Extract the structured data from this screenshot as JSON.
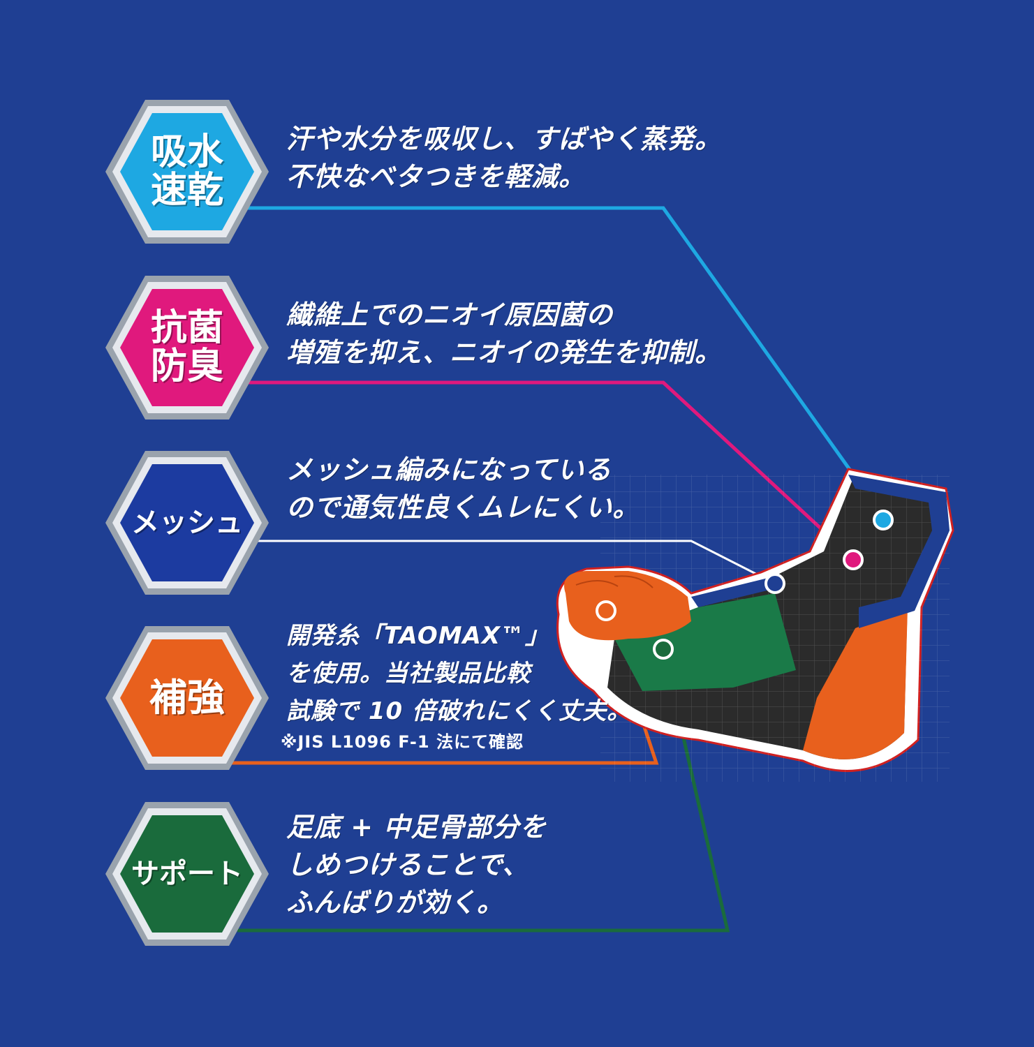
{
  "colors": {
    "background": "#1f3f93",
    "cyan": "#1ea8e2",
    "magenta": "#e0197d",
    "blue": "#1c3ba0",
    "orange": "#e8601d",
    "green": "#1a6b3c",
    "hex_border": "#c8cdd4"
  },
  "features": [
    {
      "label": "吸水\n速乾",
      "description": "汗や水分を吸収し、すばやく蒸発。\n不快なベタつきを軽減。",
      "color": "cyan"
    },
    {
      "label": "抗菌\n防臭",
      "description": "繊維上でのニオイ原因菌の\n増殖を抑え、ニオイの発生を抑制。",
      "color": "magenta"
    },
    {
      "label": "メッシュ",
      "description": "メッシュ編みになっている\nので通気性良くムレにくい。",
      "color": "blue"
    },
    {
      "label": "補強",
      "description": "開発糸「TAOMAX™」\nを使用。当社製品比較\n試験で 10 倍破れにくく丈夫。",
      "note": "※JIS L1096 F-1 法にて確認",
      "color": "orange"
    },
    {
      "label": "サポート",
      "description": "足底 + 中足骨部分を\nしめつけることで、\nふんばりが効く。",
      "color": "green"
    }
  ],
  "illustration": {
    "icon": "toe-sock-icon"
  }
}
